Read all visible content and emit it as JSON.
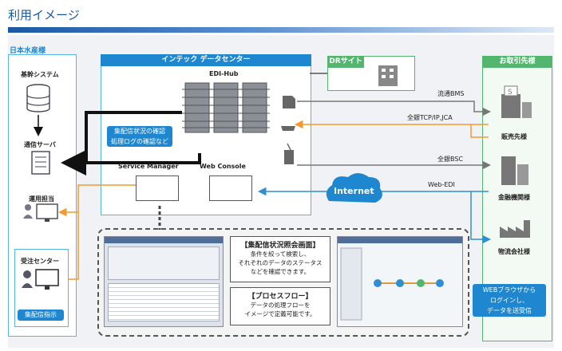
{
  "title": "利用イメージ",
  "left_panel": {
    "header": "日本水産様",
    "items": [
      "基幹システム",
      "通信サーバ",
      "運用担当",
      "受注センター"
    ],
    "badge": "集配信指示"
  },
  "center_panel": {
    "header": "インテック データセンター",
    "hub_label": "EDI-Hub",
    "callout": [
      "集配信状況の確認",
      "処理ログの確認など"
    ],
    "service_manager": "Service Manager",
    "web_console": "Web Console"
  },
  "dr_site": "DRサイト",
  "right_panel": {
    "header": "お取引先様",
    "items": [
      "販売先様",
      "金融機関様",
      "物流会社様"
    ],
    "note": [
      "WEBブラウザから",
      "ログインし、",
      "データを送受信"
    ]
  },
  "connections": [
    "流通BMS",
    "全銀TCP/IP,JCA",
    "全銀BSC",
    "Web-EDI"
  ],
  "internet": "Internet",
  "screen_notes": {
    "status_title": "【集配信状況照会画面】",
    "status_desc": [
      "条件を絞って検索し、",
      "それぞれのデータのステータス",
      "などを確認できます。"
    ],
    "flow_title": "【プロセスフロー】",
    "flow_desc": [
      "データの処理フローを",
      "イメージで定義可能です。"
    ]
  },
  "colors": {
    "accent_blue": "#1a58a4",
    "panel_blue": "#55b6e2",
    "panel_green": "#53b66f",
    "orange": "#f29a2e",
    "arrow_blue": "#2f8fd0"
  },
  "icons": [
    "database-icon",
    "server-icon",
    "operator-pc-icon",
    "building-icon",
    "cloud-icon",
    "factory-icon",
    "device-icon",
    "chip-icon"
  ]
}
